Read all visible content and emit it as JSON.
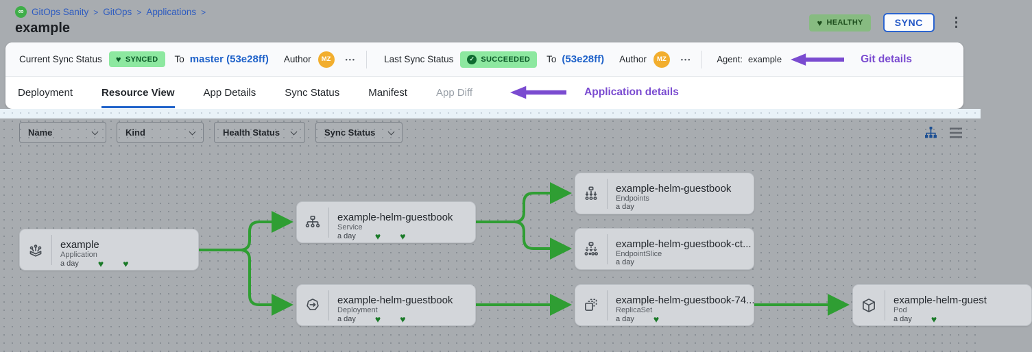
{
  "colors": {
    "page_bg": "#a8acb0",
    "accent_blue": "#1f62c9",
    "link_blue": "#2d5bc0",
    "purple": "#7a4bd0",
    "edge_green": "#2f9e33",
    "badge_green_bg": "#8de8a0",
    "badge_green_text": "#0b5a28",
    "healthy_badge_bg": "#87bb81",
    "healthy_badge_text": "#1e4e1d",
    "heart_green": "#1a7a28",
    "avatar_bg": "#f2ae2e",
    "node_bg": "#d3d6da",
    "canvas_strip": "#e9f2f8"
  },
  "icons": {
    "infinity": "∞",
    "heart": "♥",
    "check": "✓",
    "menu_ellipsis": "•••",
    "kebab": "⋮"
  },
  "breadcrumb": {
    "separator": ">",
    "items": [
      "GitOps Sanity",
      "GitOps",
      "Applications"
    ]
  },
  "page_title": "example",
  "header_actions": {
    "health_badge": "HEALTHY",
    "sync_button": "SYNC"
  },
  "sync_bar": {
    "current": {
      "label": "Current Sync Status",
      "badge": "SYNCED",
      "to_label": "To",
      "revision": "master (53e28ff)",
      "author_label": "Author",
      "author_initials": "MZ"
    },
    "last": {
      "label": "Last Sync Status",
      "badge": "SUCCEEDED",
      "to_label": "To",
      "revision": "(53e28ff)",
      "author_label": "Author",
      "author_initials": "MZ"
    },
    "agent_label": "Agent:",
    "agent_value": "example",
    "annotation": "Git details"
  },
  "tabs": {
    "items": [
      {
        "label": "Deployment",
        "state": "default"
      },
      {
        "label": "Resource View",
        "state": "active"
      },
      {
        "label": "App Details",
        "state": "default"
      },
      {
        "label": "Sync Status",
        "state": "default"
      },
      {
        "label": "Manifest",
        "state": "default"
      },
      {
        "label": "App Diff",
        "state": "disabled"
      }
    ],
    "annotation": "Application details"
  },
  "filters": {
    "dropdowns": [
      {
        "label": "Name"
      },
      {
        "label": "Kind"
      },
      {
        "label": "Health Status"
      },
      {
        "label": "Sync Status"
      }
    ]
  },
  "graph": {
    "nodes": [
      {
        "name": "example",
        "kind": "Application",
        "age": "a day",
        "icon": "application-icon",
        "hearts": 2
      },
      {
        "name": "example-helm-guestbook",
        "kind": "Service",
        "age": "a day",
        "icon": "service-icon",
        "hearts": 2
      },
      {
        "name": "example-helm-guestbook",
        "kind": "Endpoints",
        "age": "a day",
        "icon": "endpoints-icon",
        "hearts": 0
      },
      {
        "name": "example-helm-guestbook-ct...",
        "kind": "EndpointSlice",
        "age": "a day",
        "icon": "endpointslice-icon",
        "hearts": 0
      },
      {
        "name": "example-helm-guestbook",
        "kind": "Deployment",
        "age": "a day",
        "icon": "deployment-icon",
        "hearts": 2
      },
      {
        "name": "example-helm-guestbook-74...",
        "kind": "ReplicaSet",
        "age": "a day",
        "icon": "replicaset-icon",
        "hearts": 1
      },
      {
        "name": "example-helm-guest",
        "kind": "Pod",
        "age": "a day",
        "icon": "pod-icon",
        "hearts": 1
      }
    ]
  }
}
